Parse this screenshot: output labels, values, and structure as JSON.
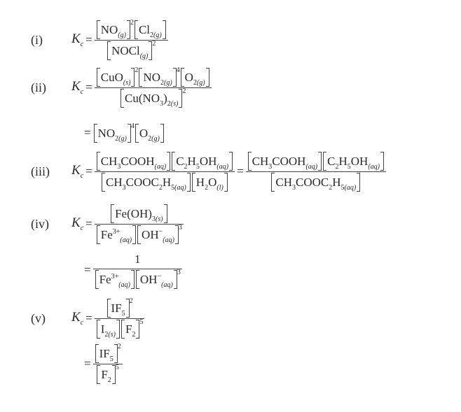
{
  "symbol": {
    "k": "K",
    "k_sub": "c",
    "equals": "="
  },
  "equations": [
    {
      "label": "(i)",
      "rows": [
        {
          "lead": "kc",
          "expr": [
            {
              "type": "frac",
              "num": [
                {
                  "parts": [
                    [
                      "t",
                      "NO"
                    ],
                    [
                      "p",
                      "(g)"
                    ]
                  ],
                  "exp": "2"
                },
                {
                  "parts": [
                    [
                      "t",
                      "Cl"
                    ],
                    [
                      "s",
                      "2"
                    ],
                    [
                      "p",
                      "(g)"
                    ]
                  ]
                }
              ],
              "den": [
                {
                  "parts": [
                    [
                      "t",
                      "NOCl"
                    ],
                    [
                      "p",
                      "(g)"
                    ]
                  ],
                  "exp": "2"
                }
              ]
            }
          ]
        }
      ]
    },
    {
      "label": "(ii)",
      "rows": [
        {
          "lead": "kc",
          "expr": [
            {
              "type": "frac",
              "num": [
                {
                  "parts": [
                    [
                      "t",
                      "CuO"
                    ],
                    [
                      "p",
                      "(s)"
                    ]
                  ],
                  "exp": "2"
                },
                {
                  "parts": [
                    [
                      "t",
                      "NO"
                    ],
                    [
                      "s",
                      "2"
                    ],
                    [
                      "p",
                      "(g)"
                    ]
                  ],
                  "exp": "4"
                },
                {
                  "parts": [
                    [
                      "t",
                      "O"
                    ],
                    [
                      "s",
                      "2"
                    ],
                    [
                      "p",
                      "(g)"
                    ]
                  ]
                }
              ],
              "den": [
                {
                  "parts": [
                    [
                      "t",
                      "Cu(NO"
                    ],
                    [
                      "s",
                      "3"
                    ],
                    [
                      "t",
                      ")"
                    ],
                    [
                      "s",
                      "2"
                    ],
                    [
                      "p",
                      "(s)"
                    ]
                  ],
                  "exp": "2"
                }
              ]
            }
          ]
        },
        {
          "lead": "eq",
          "expr": [
            {
              "type": "terms",
              "terms": [
                {
                  "parts": [
                    [
                      "t",
                      "NO"
                    ],
                    [
                      "s",
                      "2"
                    ],
                    [
                      "p",
                      "(g)"
                    ]
                  ],
                  "exp": "4"
                },
                {
                  "parts": [
                    [
                      "t",
                      "O"
                    ],
                    [
                      "s",
                      "2"
                    ],
                    [
                      "p",
                      "(g)"
                    ]
                  ]
                }
              ]
            }
          ]
        }
      ]
    },
    {
      "label": "(iii)",
      "rows": [
        {
          "lead": "kc",
          "expr": [
            {
              "type": "frac",
              "num": [
                {
                  "parts": [
                    [
                      "t",
                      "CH"
                    ],
                    [
                      "s",
                      "3"
                    ],
                    [
                      "t",
                      "COOH"
                    ],
                    [
                      "p",
                      "(aq)"
                    ]
                  ]
                },
                {
                  "parts": [
                    [
                      "t",
                      "C"
                    ],
                    [
                      "s",
                      "2"
                    ],
                    [
                      "t",
                      "H"
                    ],
                    [
                      "s",
                      "5"
                    ],
                    [
                      "t",
                      "OH"
                    ],
                    [
                      "p",
                      "(aq)"
                    ]
                  ]
                }
              ],
              "den": [
                {
                  "parts": [
                    [
                      "t",
                      "CH"
                    ],
                    [
                      "s",
                      "3"
                    ],
                    [
                      "t",
                      "COOC"
                    ],
                    [
                      "s",
                      "2"
                    ],
                    [
                      "t",
                      "H"
                    ],
                    [
                      "s",
                      "5"
                    ],
                    [
                      "p",
                      "(aq)"
                    ]
                  ]
                },
                {
                  "parts": [
                    [
                      "t",
                      "H"
                    ],
                    [
                      "s",
                      "2"
                    ],
                    [
                      "t",
                      "O"
                    ],
                    [
                      "p",
                      "(l)"
                    ]
                  ]
                }
              ]
            },
            {
              "type": "op",
              "text": "="
            },
            {
              "type": "frac",
              "num": [
                {
                  "parts": [
                    [
                      "t",
                      "CH"
                    ],
                    [
                      "s",
                      "3"
                    ],
                    [
                      "t",
                      "COOH"
                    ],
                    [
                      "p",
                      "(aq)"
                    ]
                  ]
                },
                {
                  "parts": [
                    [
                      "t",
                      "C"
                    ],
                    [
                      "s",
                      "2"
                    ],
                    [
                      "t",
                      "H"
                    ],
                    [
                      "s",
                      "5"
                    ],
                    [
                      "t",
                      "OH"
                    ],
                    [
                      "p",
                      "(aq)"
                    ]
                  ]
                }
              ],
              "den": [
                {
                  "parts": [
                    [
                      "t",
                      "CH"
                    ],
                    [
                      "s",
                      "3"
                    ],
                    [
                      "t",
                      "COOC"
                    ],
                    [
                      "s",
                      "2"
                    ],
                    [
                      "t",
                      "H"
                    ],
                    [
                      "s",
                      "5"
                    ],
                    [
                      "p",
                      "(aq)"
                    ]
                  ]
                }
              ]
            }
          ]
        }
      ]
    },
    {
      "label": "(iv)",
      "rows": [
        {
          "lead": "kc",
          "expr": [
            {
              "type": "frac",
              "num": [
                {
                  "parts": [
                    [
                      "t",
                      "Fe(OH)"
                    ],
                    [
                      "s",
                      "3"
                    ],
                    [
                      "p",
                      "(s)"
                    ]
                  ]
                }
              ],
              "den": [
                {
                  "parts": [
                    [
                      "t",
                      "Fe"
                    ],
                    [
                      "u",
                      "3+"
                    ],
                    [
                      "p",
                      "(aq)"
                    ]
                  ]
                },
                {
                  "parts": [
                    [
                      "t",
                      "OH"
                    ],
                    [
                      "u",
                      "−"
                    ],
                    [
                      "p",
                      "(aq)"
                    ]
                  ],
                  "exp": "3"
                }
              ]
            }
          ]
        },
        {
          "lead": "eq",
          "expr": [
            {
              "type": "frac",
              "num": [
                {
                  "plain": true,
                  "parts": [
                    [
                      "t",
                      "1"
                    ]
                  ]
                }
              ],
              "den": [
                {
                  "parts": [
                    [
                      "t",
                      "Fe"
                    ],
                    [
                      "u",
                      "3+"
                    ],
                    [
                      "p",
                      "(aq)"
                    ]
                  ]
                },
                {
                  "parts": [
                    [
                      "t",
                      "OH"
                    ],
                    [
                      "u",
                      "−"
                    ],
                    [
                      "p",
                      "(aq)"
                    ]
                  ],
                  "exp": "3"
                }
              ]
            }
          ]
        }
      ]
    },
    {
      "label": "(v)",
      "rows": [
        {
          "lead": "kc",
          "expr": [
            {
              "type": "frac",
              "num": [
                {
                  "parts": [
                    [
                      "t",
                      "IF"
                    ],
                    [
                      "s",
                      "5"
                    ]
                  ],
                  "exp": "2"
                }
              ],
              "den": [
                {
                  "parts": [
                    [
                      "t",
                      "I"
                    ],
                    [
                      "s",
                      "2"
                    ],
                    [
                      "p",
                      "(s)"
                    ]
                  ]
                },
                {
                  "parts": [
                    [
                      "t",
                      "F"
                    ],
                    [
                      "s",
                      "2"
                    ]
                  ],
                  "exp": "5"
                }
              ]
            }
          ]
        },
        {
          "lead": "eq",
          "expr": [
            {
              "type": "frac",
              "num": [
                {
                  "parts": [
                    [
                      "t",
                      "IF"
                    ],
                    [
                      "s",
                      "5"
                    ]
                  ],
                  "exp": "2"
                }
              ],
              "den": [
                {
                  "parts": [
                    [
                      "t",
                      "F"
                    ],
                    [
                      "s",
                      "2"
                    ]
                  ],
                  "exp": "5"
                }
              ]
            }
          ]
        }
      ]
    }
  ]
}
